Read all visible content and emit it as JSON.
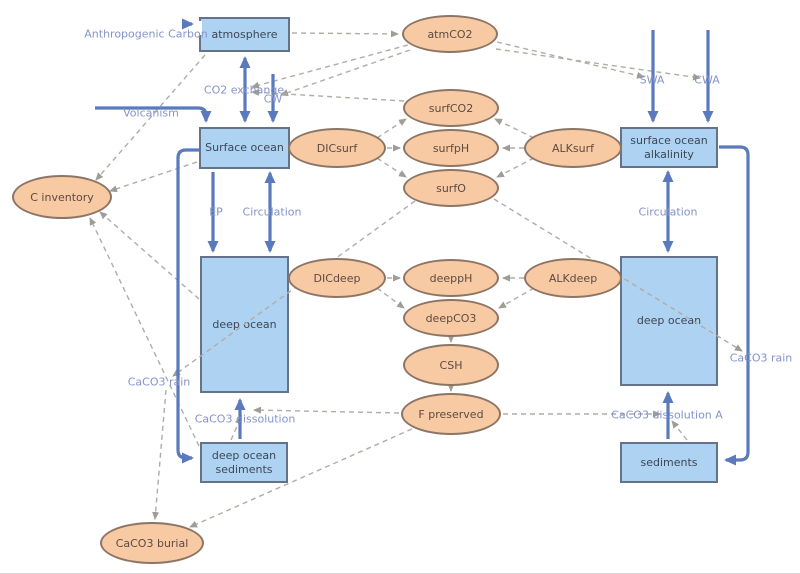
{
  "colors": {
    "stock_fill": "#aed3f2",
    "stock_border": "#64738a",
    "converter_fill": "#f8caa4",
    "converter_border": "#8d7565",
    "flow_arrow_blue": "#5b79bd",
    "connector_gray": "#aca8a2",
    "flow_label_blue": "#8593c9",
    "stock_text": "#3d4656",
    "converter_text": "#5d4a42"
  },
  "stocks": [
    {
      "label": "atmosphere"
    },
    {
      "label": "Surface ocean"
    },
    {
      "label": "deep ocean"
    },
    {
      "label": "deep ocean sediments"
    },
    {
      "label": "surface ocean alkalinity"
    },
    {
      "label": "deep ocean"
    },
    {
      "label": "sediments"
    }
  ],
  "converters": [
    {
      "label": "atmCO2"
    },
    {
      "label": "C inventory"
    },
    {
      "label": "DICsurf"
    },
    {
      "label": "surfCO2"
    },
    {
      "label": "surfpH"
    },
    {
      "label": "surfO"
    },
    {
      "label": "ALKsurf"
    },
    {
      "label": "DICdeep"
    },
    {
      "label": "deeppH"
    },
    {
      "label": "deepCO3"
    },
    {
      "label": "ALKdeep"
    },
    {
      "label": "CSH"
    },
    {
      "label": "F preserved"
    },
    {
      "label": "CaCO3 burial"
    }
  ],
  "flow_labels": [
    {
      "label": "Anthropogenic Carbon"
    },
    {
      "label": "CO2 exchange"
    },
    {
      "label": "CW"
    },
    {
      "label": "Volcanism"
    },
    {
      "label": "EP"
    },
    {
      "label": "Circulation"
    },
    {
      "label": "Circulation"
    },
    {
      "label": "SWA"
    },
    {
      "label": "CWA"
    },
    {
      "label": "CaCO3 rain"
    },
    {
      "label": "CaCO3 dissolution"
    },
    {
      "label": "CaCO3 dissolution A"
    },
    {
      "label": "CaCO3 rain"
    }
  ]
}
